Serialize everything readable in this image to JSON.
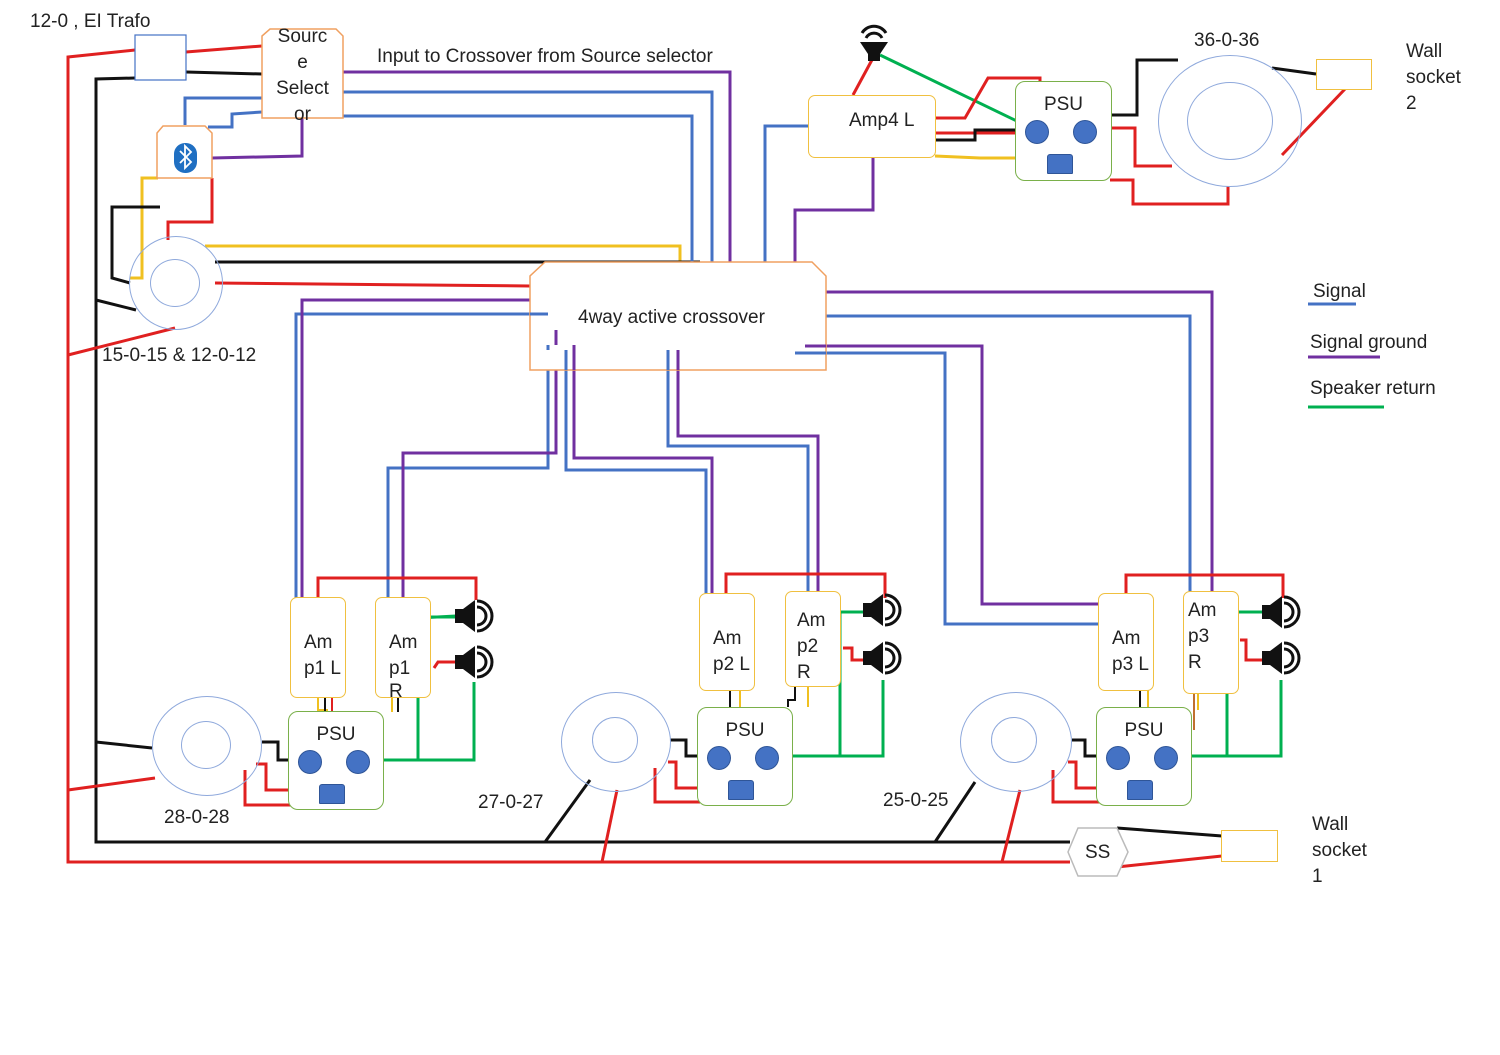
{
  "labels": {
    "ei_trafo": "12-0 , EI Trafo",
    "source_selector_lines": [
      "Sourc",
      "e",
      "Select",
      "or"
    ],
    "input_note": "Input to Crossover from Source selector",
    "crossover": "4way active crossover",
    "trafo_small": "15-0-15 & 12-0-12",
    "trafo_36": "36-0-36",
    "wall_socket_2": [
      "Wall",
      "socket",
      "2"
    ],
    "wall_socket_1": [
      "Wall",
      "socket",
      "1"
    ],
    "amp4": "Amp4 L",
    "psu": "PSU",
    "ss": "SS",
    "amp1l": [
      "Am",
      "p1 L"
    ],
    "amp1r": [
      "Am",
      "p1",
      "R"
    ],
    "amp2l": [
      "Am",
      "p2 L"
    ],
    "amp2r": [
      "Am",
      "p2",
      "R"
    ],
    "amp3l": [
      "Am",
      "p3 L"
    ],
    "amp3r": [
      "Am",
      "p3",
      "R"
    ],
    "trafo_28": "28-0-28",
    "trafo_27": "27-0-27",
    "trafo_25": "25-0-25"
  },
  "legend": [
    {
      "label": "Signal",
      "color": "#4472c4"
    },
    {
      "label": "Signal ground",
      "color": "#7030a0"
    },
    {
      "label": "Speaker return",
      "color": "#00b050"
    }
  ],
  "wire_colors": {
    "live": "#e02020",
    "neutral": "#111111",
    "signal": "#4472c4",
    "signal_ground": "#7030a0",
    "speaker_return": "#00b050",
    "supply": "#f0c020"
  },
  "icons": [
    "bluetooth-icon",
    "tweeter-horn-icon",
    "speaker-icon"
  ]
}
